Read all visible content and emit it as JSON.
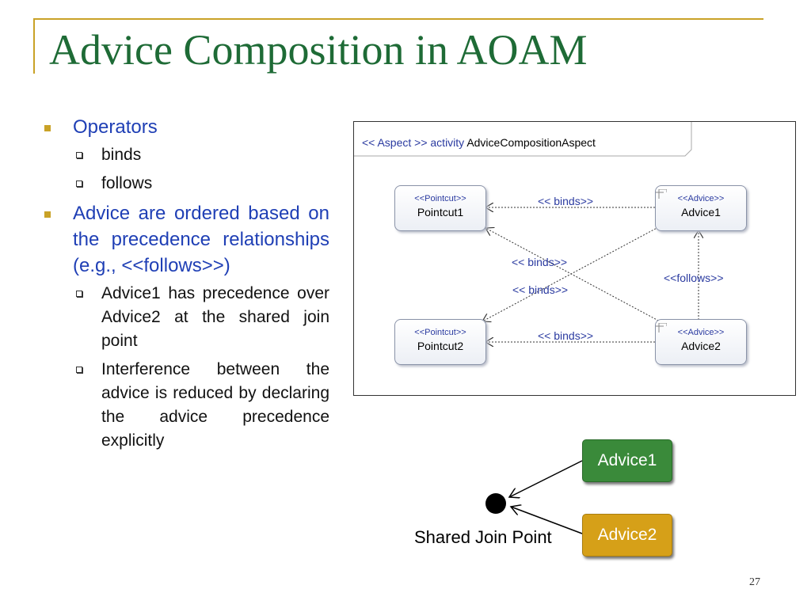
{
  "title": "Advice Composition in AOAM",
  "bullets": [
    {
      "text": "Operators",
      "sub": [
        "binds",
        "follows"
      ]
    },
    {
      "text": "Advice are ordered based on the precedence relationships (e.g., <<follows>>)",
      "sub": [
        "Advice1 has precedence over Advice2 at the shared join point",
        "Interference between the advice is reduced by declaring the advice precedence explicitly"
      ]
    }
  ],
  "diagram": {
    "header_stereotype": "<< Aspect >> activity",
    "header_name": "AdviceCompositionAspect",
    "nodes": {
      "pointcut1": {
        "stereotype": "<<Pointcut>>",
        "name": "Pointcut1"
      },
      "pointcut2": {
        "stereotype": "<<Pointcut>>",
        "name": "Pointcut2"
      },
      "advice1": {
        "stereotype": "<<Advice>>",
        "name": "Advice1"
      },
      "advice2": {
        "stereotype": "<<Advice>>",
        "name": "Advice2"
      }
    },
    "edge_labels": {
      "binds_top": "<< binds>>",
      "binds_cross_upper": "<< binds>>",
      "binds_cross_lower": "<< binds>>",
      "binds_bottom": "<< binds>>",
      "follows": "<<follows>>"
    }
  },
  "lower_diagram": {
    "advice1": "Advice1",
    "advice2": "Advice2",
    "join_point_label": "Shared Join Point"
  },
  "page_number": "27",
  "colors": {
    "title": "#1e6b36",
    "accent_gold": "#c9a227",
    "bullet_text": "#1f3fb5",
    "stereotype": "#2a3aa0",
    "advice1_box": "#3a8a3a",
    "advice2_box": "#d6a018"
  }
}
